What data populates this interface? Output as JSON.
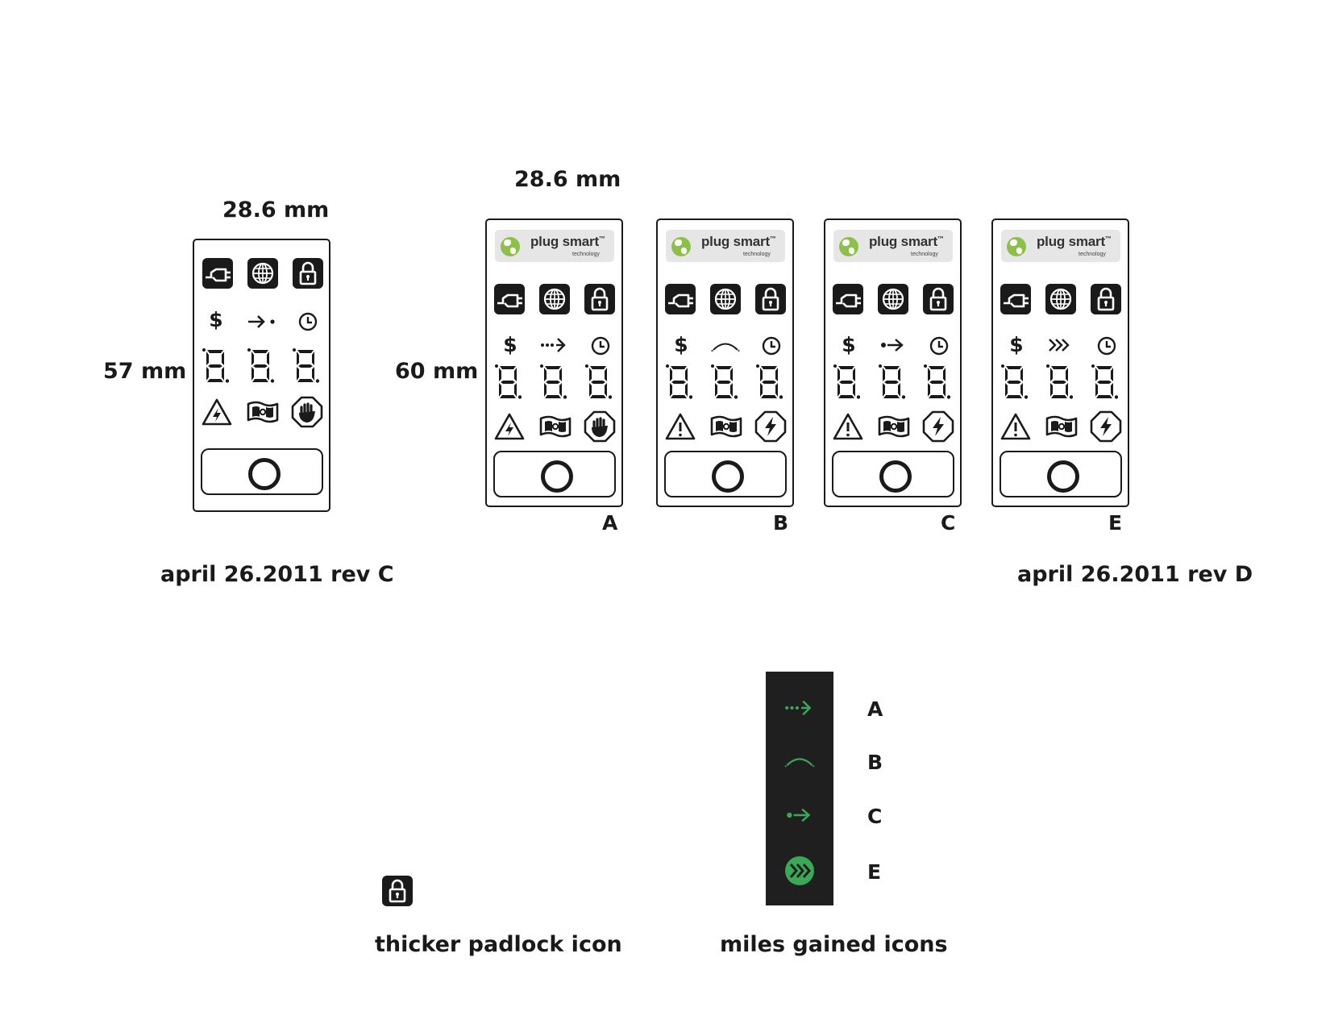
{
  "labels": {
    "width_left": "28.6 mm",
    "width_right": "28.6 mm",
    "height_left": "57 mm",
    "height_right": "60 mm",
    "rev_left": "april 26.2011 rev C",
    "rev_right": "april 26.2011 rev D",
    "caption_padlock": "thicker padlock icon",
    "caption_miles": "miles gained icons"
  },
  "brand": {
    "name": "plug smart",
    "trademark": "™",
    "sub": "technology"
  },
  "display": {
    "currency": "$",
    "digit": "8"
  },
  "variants": [
    {
      "letter": "A",
      "arrow_icon": "dotted-arrow-icon",
      "bottom_right_icon": "stop-hand-icon"
    },
    {
      "letter": "B",
      "arrow_icon": "arc-icon",
      "bottom_right_icon": "lightning-octagon-icon"
    },
    {
      "letter": "C",
      "arrow_icon": "dot-arrow-icon",
      "bottom_right_icon": "lightning-octagon-icon"
    },
    {
      "letter": "E",
      "arrow_icon": "triple-chevron-icon",
      "bottom_right_icon": "lightning-octagon-icon"
    }
  ],
  "legend": [
    {
      "letter": "A",
      "icon": "dotted-arrow-icon"
    },
    {
      "letter": "B",
      "icon": "arc-icon"
    },
    {
      "letter": "C",
      "icon": "dot-arrow-icon"
    },
    {
      "letter": "E",
      "icon": "triple-chevron-circle-icon"
    }
  ],
  "colors": {
    "ink": "#1a1a1a",
    "accent_green": "#3aa857",
    "logo_green": "#8cc04a",
    "strip_bg": "#1f1f1f"
  }
}
